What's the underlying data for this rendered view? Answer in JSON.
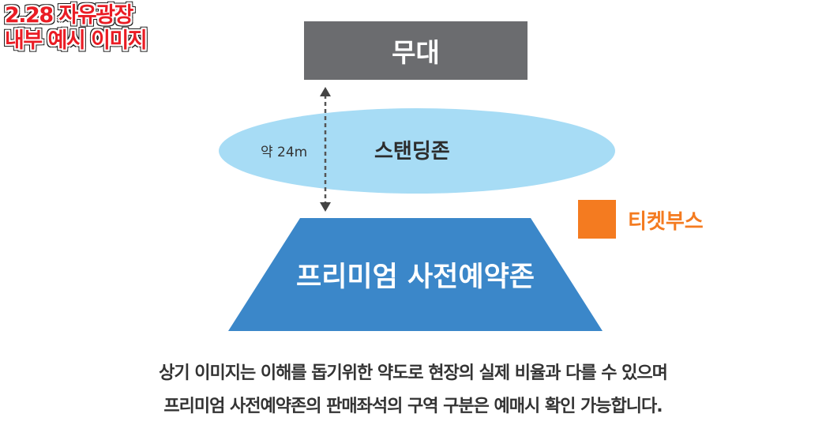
{
  "corner_title": {
    "line1": "2.28 자유광장",
    "line2": "내부 예시 이미지"
  },
  "stage": {
    "label": "무대"
  },
  "standing_zone": {
    "label": "스탠딩존"
  },
  "distance": {
    "label": "약 24m"
  },
  "premium_zone": {
    "label": "프리미엄 사전예약존"
  },
  "ticket_booth": {
    "label": "티켓부스"
  },
  "notice": {
    "line1": "상기 이미지는 이해를 돕기위한 약도로 현장의 실제 비율과 다를 수 있으며",
    "line2": "프리미엄 사전예약존의 판매좌석의 구역 구분은 예매시 확인 가능합니다."
  },
  "colors": {
    "stage": "#6b6c6f",
    "standing_zone": "#a7dcf5",
    "premium_zone": "#3b87c9",
    "ticket_booth": "#f47b20",
    "corner_title": "#ea1c24"
  }
}
